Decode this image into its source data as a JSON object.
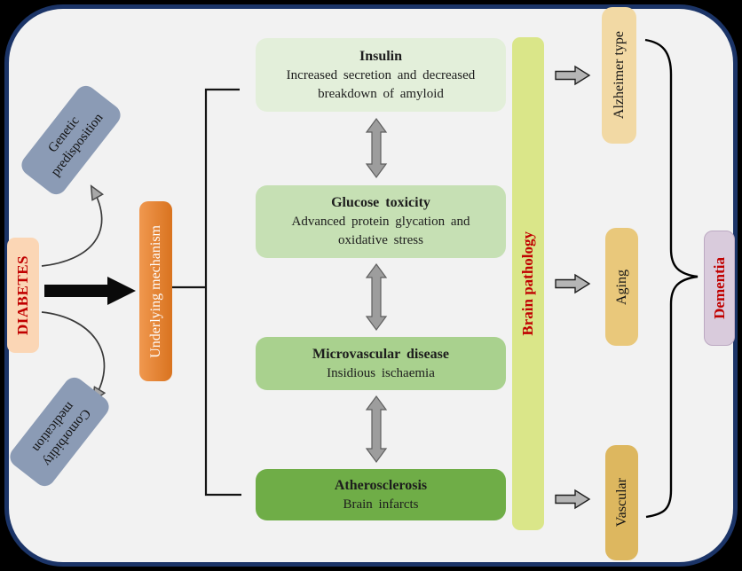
{
  "diagram": {
    "source_node": {
      "label": "DIABETES",
      "fill": "#FBD6B5",
      "text_color": "#C00000"
    },
    "factors": [
      {
        "label": "Genetic predisposition",
        "fill": "#8B9BB5"
      },
      {
        "label": "Comorbidity medication",
        "fill": "#8B9BB5"
      }
    ],
    "mechanism_node": {
      "label": "Underlying mechanism",
      "fill": "#E2813A",
      "text_color": "#FFFFFF"
    },
    "pathways": [
      {
        "title": "Insulin",
        "description": "Increased secretion and decreased breakdown of amyloid",
        "fill": "#E3EFDA"
      },
      {
        "title": "Glucose toxicity",
        "description": "Advanced protein glycation and oxidative stress",
        "fill": "#C6E0B4"
      },
      {
        "title": "Microvascular disease",
        "description": "Insidious ischaemia",
        "fill": "#A9D18E"
      },
      {
        "title": "Atherosclerosis",
        "description": "Brain infarcts",
        "fill": "#6FAD47"
      }
    ],
    "pathology_bar": {
      "label": "Brain pathology",
      "fill": "#DAE689",
      "text_color": "#C00000"
    },
    "dementia_types": [
      {
        "label": "Alzheimer type",
        "fill": "#F2D9A4"
      },
      {
        "label": "Aging",
        "fill": "#E9C87B"
      },
      {
        "label": "Vascular",
        "fill": "#DDB75F"
      }
    ],
    "outcome_node": {
      "label": "Dementia",
      "fill": "#D9CBDC",
      "text_color": "#C00000"
    },
    "frame": {
      "border_color": "#1B3467",
      "background": "#F2F2F2"
    }
  }
}
